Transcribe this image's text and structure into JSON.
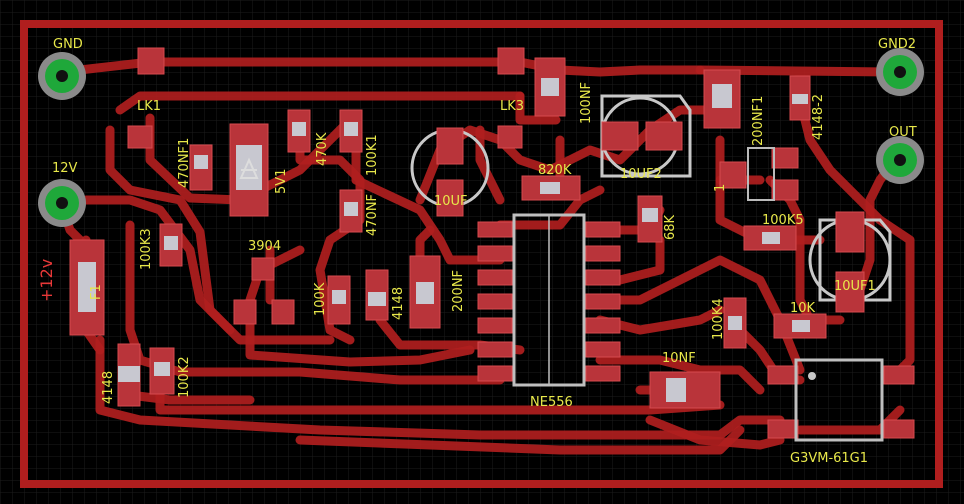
{
  "board": {
    "colors": {
      "background": "#000000",
      "grid": "#1a1a1a",
      "trace": "#b01e1e",
      "pad": "#b9343a",
      "silkscreen_label": "#e8e84a",
      "outline": "#bfbfbf",
      "testpoint": "#1fa83a"
    },
    "labels": {
      "gnd": "GND",
      "gnd2": "GND2",
      "v12": "12V",
      "out": "OUT",
      "plus12v": "+12v",
      "f1": "F1",
      "lk1": "LK1",
      "lk3": "LK3",
      "c_470nf1": "470NF1",
      "d_5v1": "5V1",
      "r_470k": "470K",
      "r_100k1": "100K1",
      "c_470nf": "470NF",
      "c_100nf": "100NF",
      "c_10uf": "10UF",
      "r_820k": "820K",
      "c_10uf2": "10UF2",
      "c_200nf1": "200NF1",
      "d_4148_2": "4148-2",
      "r_100k3": "100K3",
      "q_3904": "3904",
      "r_100k": "100K",
      "d_4148": "4148",
      "c_200nf": "200NF",
      "r_68k": "68K",
      "one": "1",
      "r_100k5": "100K5",
      "c_10uf1": "10UF1",
      "d_4148_b": "4148",
      "r_100k2": "100K2",
      "r_100k4": "100K4",
      "r_10k": "10K",
      "c_10nf": "10NF",
      "ic_ne556": "NE556",
      "relay_g3vm": "G3VM-61G1"
    }
  }
}
